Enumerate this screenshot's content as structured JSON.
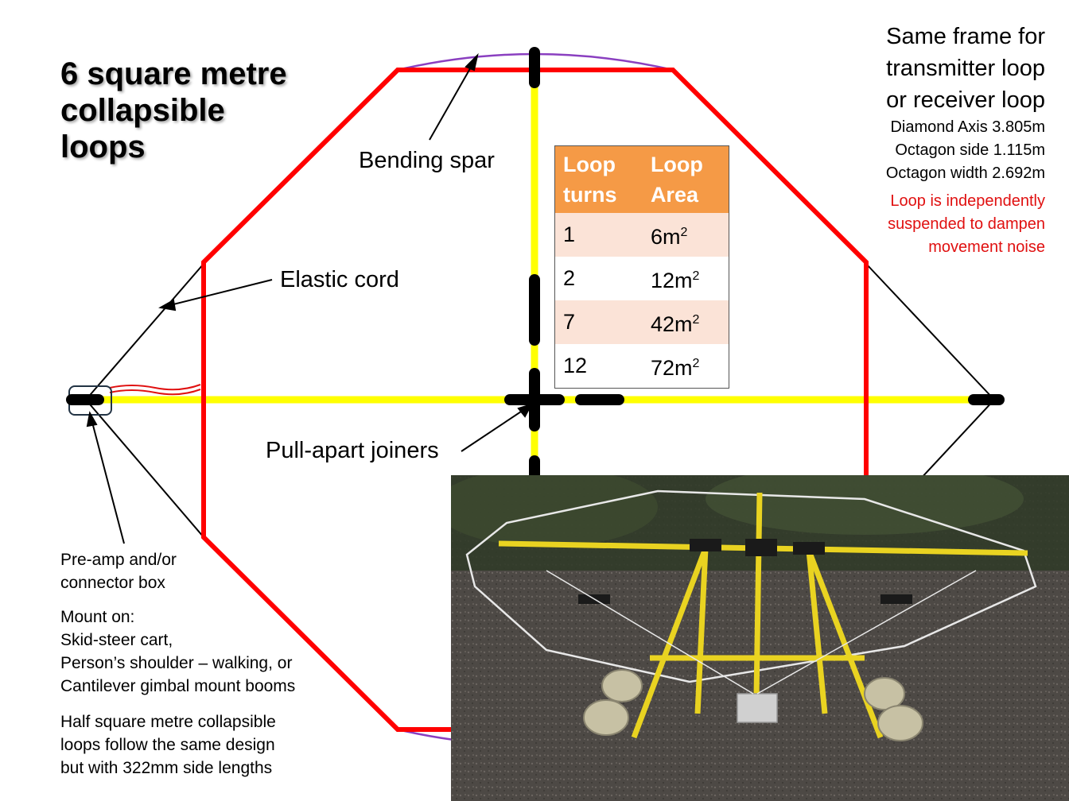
{
  "title": [
    "6 square metre",
    "collapsible",
    "loops"
  ],
  "labels": {
    "bending_spar": "Bending spar",
    "elastic_cord": "Elastic cord",
    "pull_apart_joiners": "Pull-apart joiners"
  },
  "right_info": {
    "lines": [
      "Same frame for",
      "transmitter loop",
      "or receiver loop"
    ],
    "specs": [
      "Diamond Axis 3.805m",
      "Octagon side 1.115m",
      "Octagon width 2.692m"
    ],
    "note": [
      "Loop is independently",
      "suspended to dampen",
      "movement noise"
    ]
  },
  "table": {
    "headers": [
      [
        "Loop",
        "turns"
      ],
      [
        "Loop",
        "Area"
      ]
    ],
    "rows": [
      {
        "turns": "1",
        "area": "6m",
        "sup": "2"
      },
      {
        "turns": "2",
        "area": "12m",
        "sup": "2"
      },
      {
        "turns": "7",
        "area": "42m",
        "sup": "2"
      },
      {
        "turns": "12",
        "area": "72m",
        "sup": "2"
      }
    ]
  },
  "left_notes": {
    "preamp": [
      "Pre-amp and/or",
      "connector box"
    ],
    "mount": [
      "Mount on:",
      "Skid-steer cart,",
      "Person’s shoulder – walking, or",
      "Cantilever gimbal mount booms"
    ],
    "half": [
      "Half square metre collapsible",
      "loops follow the same design",
      "but with 322mm side lengths"
    ]
  },
  "colors": {
    "loop": "#ff0000",
    "spar": "#ffff00",
    "joiner": "#000000",
    "bend": "#8a3fc0",
    "header": "#f59a46",
    "note": "#e01010"
  }
}
